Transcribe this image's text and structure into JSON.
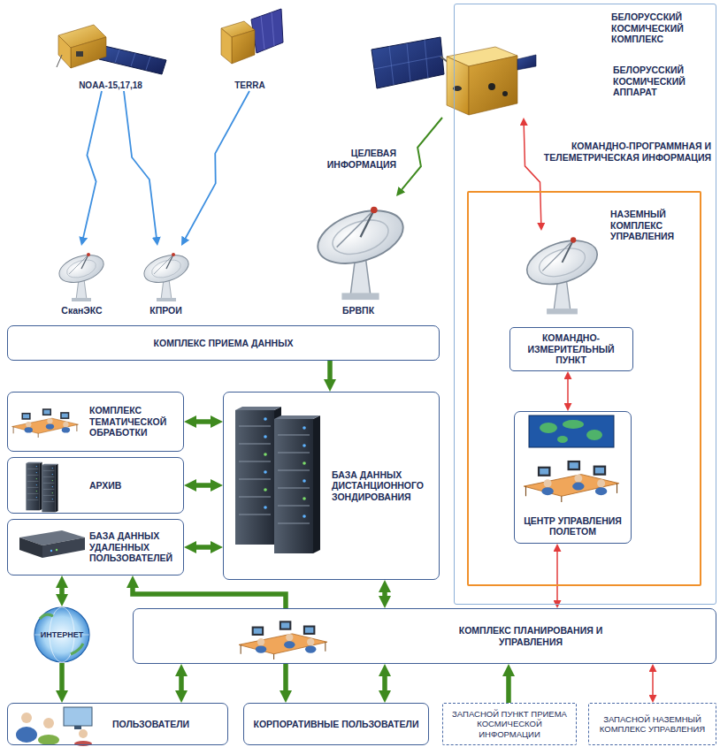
{
  "diagram": {
    "nodes": [
      {
        "text": [
          "NOAA-15,17,18"
        ]
      },
      {
        "text": [
          "TERRA"
        ]
      },
      {
        "text": [
          "БЕЛОРУССКИЙ КОСМИЧЕСКИЙ КОМПЛЕКС"
        ]
      },
      {
        "text": [
          "БЕЛОРУССКИЙ КОСМИЧЕСКИЙ АППАРАТ"
        ],
        "in": 2
      },
      {
        "text": [
          "НАЗЕМНЫЙ КОМПЛЕКС УПРАВЛЕНИЯ"
        ],
        "in": 2
      },
      {
        "text": [
          "КОМАНДНО-ИЗМЕРИТЕЛЬНЫЙ ПУНКТ"
        ],
        "in": 4
      },
      {
        "text": [
          "ЦЕНТР УПРАВЛЕНИЯ ПОЛЕТОМ"
        ],
        "in": 4
      },
      {
        "text": [
          "СканЭКС"
        ]
      },
      {
        "text": [
          "КПРОИ"
        ]
      },
      {
        "text": [
          "БРВПК"
        ]
      },
      {
        "text": [
          "КОМПЛЕКС ПРИЕМА ДАННЫХ"
        ]
      },
      {
        "text": [
          "КОМПЛЕКС ТЕМАТИЧЕСКОЙ ОБРАБОТКИ"
        ]
      },
      {
        "text": [
          "БАЗА ДАННЫХ ДИСТАНЦИОННОГО ЗОНДИРОВАНИЯ"
        ]
      },
      {
        "text": [
          "АРХИВ"
        ]
      },
      {
        "text": [
          "БАЗА ДАННЫХ УДАЛЕННЫХ ПОЛЬЗОВАТЕЛЕЙ"
        ]
      },
      {
        "text": [
          "ИНТЕРНЕТ"
        ]
      },
      {
        "text": [
          "КОМПЛЕКС ПЛАНИРОВАНИЯ И УПРАВЛЕНИЯ"
        ]
      },
      {
        "text": [
          "ПОЛЬЗОВАТЕЛИ"
        ]
      },
      {
        "text": [
          "КОРПОРАТИВНЫЕ ПОЛЬЗОВАТЕЛИ"
        ]
      },
      {
        "text": [
          "ЗАПАСНОЙ ПУНКТ ПРИЕМА КОСМИЧЕСКОЙ ИНФОРМАЦИИ"
        ]
      },
      {
        "text": [
          "ЗАПАСНОЙ НАЗЕМНЫЙ КОМПЛЕКС УПРАВЛЕНИЯ"
        ]
      }
    ],
    "edges": [
      {
        "from": 0,
        "to": 7,
        "arrow": "to"
      },
      {
        "from": 0,
        "to": 8,
        "arrow": "to"
      },
      {
        "from": 1,
        "to": 8,
        "arrow": "to"
      },
      {
        "from": 3,
        "to": 9,
        "label": "ЦЕЛЕВАЯ ИНФОРМАЦИЯ",
        "arrow": "to"
      },
      {
        "from": 3,
        "to": 5,
        "label": "КОМАНДНО-ПРОГРАММНАЯ И ТЕЛЕМЕТРИЧЕСКАЯ ИНФОРМАЦИЯ",
        "arrow": "both"
      },
      {
        "from": 10,
        "to": 12,
        "arrow": "to"
      },
      {
        "from": 11,
        "to": 12,
        "arrow": "both"
      },
      {
        "from": 13,
        "to": 12,
        "arrow": "both"
      },
      {
        "from": 14,
        "to": 12,
        "arrow": "both"
      },
      {
        "from": 5,
        "to": 6,
        "arrow": "both"
      },
      {
        "from": 6,
        "to": 16,
        "arrow": "both"
      },
      {
        "from": 12,
        "to": 16,
        "arrow": "both"
      },
      {
        "from": 16,
        "to": 14,
        "arrow": "to"
      },
      {
        "from": 15,
        "to": 14,
        "arrow": "both"
      },
      {
        "from": 15,
        "to": 17,
        "arrow": "to"
      },
      {
        "from": 16,
        "to": 17,
        "arrow": "both"
      },
      {
        "from": 16,
        "to": 18,
        "arrow": "to"
      },
      {
        "from": 16,
        "to": 18,
        "arrow": "both"
      },
      {
        "from": 19,
        "to": 16,
        "arrow": "to"
      },
      {
        "from": 20,
        "to": 16,
        "arrow": "both"
      }
    ]
  }
}
